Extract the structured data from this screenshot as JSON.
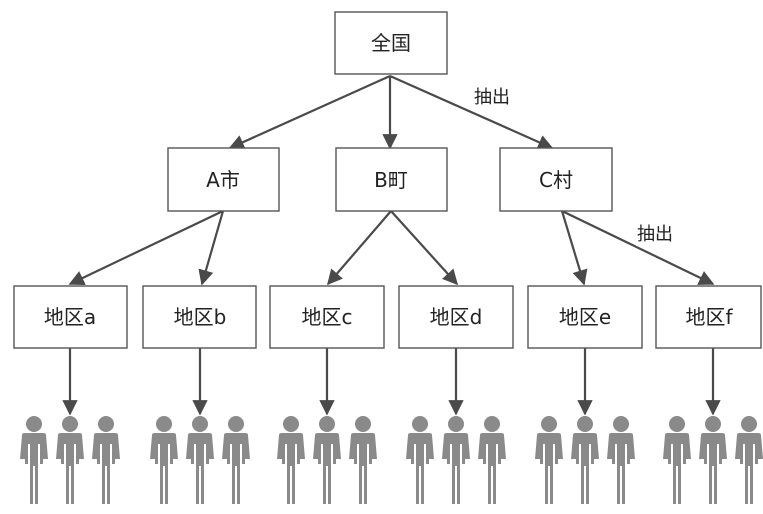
{
  "nodes": {
    "national": "全国",
    "city_a": "A市",
    "town_b": "B町",
    "village_c": "C村",
    "district_a": "地区a",
    "district_b": "地区b",
    "district_c": "地区c",
    "district_d": "地区d",
    "district_e": "地区e",
    "district_f": "地区f"
  },
  "edge_labels": {
    "extract_top": "抽出",
    "extract_c": "抽出"
  },
  "person_icon": "person-icon",
  "colors": {
    "box_stroke": "#555555",
    "arrow": "#4a4a4a",
    "person": "#8a8a8a"
  }
}
